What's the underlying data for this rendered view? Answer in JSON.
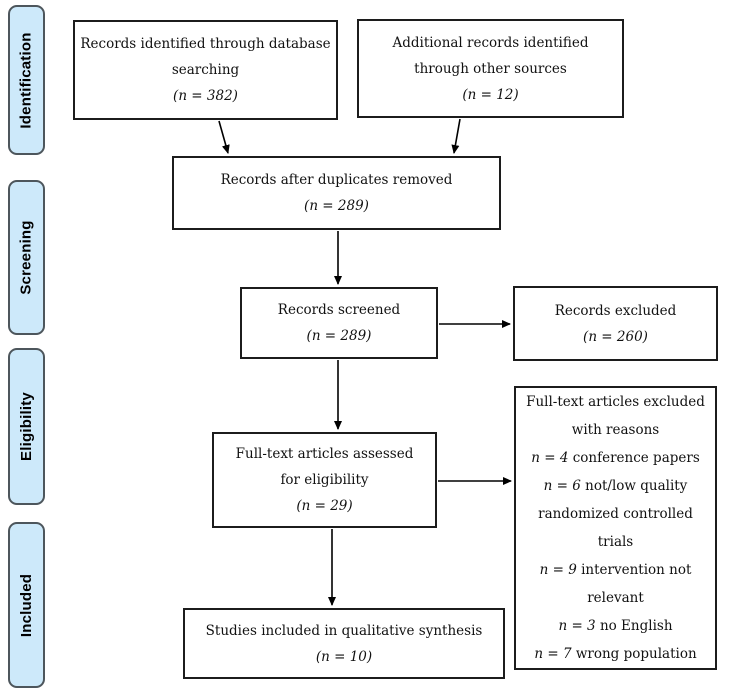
{
  "sidebar": {
    "items": [
      {
        "id": "identification",
        "label": "Identification"
      },
      {
        "id": "screening",
        "label": "Screening"
      },
      {
        "id": "eligibility",
        "label": "Eligibility"
      },
      {
        "id": "included",
        "label": "Included"
      }
    ]
  },
  "boxes": {
    "identified": {
      "lines": [
        "Records identified through database",
        "searching"
      ],
      "count": "(n = 382)"
    },
    "additional": {
      "lines": [
        "Additional records identified",
        "through other sources"
      ],
      "count": "(n = 12)"
    },
    "duplicates_removed": {
      "lines": [
        "Records after duplicates removed"
      ],
      "count": "(n = 289)"
    },
    "screened": {
      "lines": [
        "Records screened"
      ],
      "count": "(n = 289)"
    },
    "records_excluded": {
      "lines": [
        "Records excluded"
      ],
      "count": "(n = 260)"
    },
    "fulltext_assessed": {
      "lines": [
        "Full-text articles assessed",
        "for eligibility"
      ],
      "count": "(n = 29)"
    },
    "fulltext_excluded": {
      "lines": [
        {
          "em": "",
          "text": "Full-text articles excluded"
        },
        {
          "em": "",
          "text": "with reasons"
        },
        {
          "em": "n = 4",
          "text": " conference papers"
        },
        {
          "em": "n = 6",
          "text": " not/low quality"
        },
        {
          "em": "",
          "text": "randomized controlled"
        },
        {
          "em": "",
          "text": "trials"
        },
        {
          "em": "n = 9",
          "text": " intervention not"
        },
        {
          "em": "",
          "text": "relevant"
        },
        {
          "em": "n = 3",
          "text": " no English"
        },
        {
          "em": "n = 7",
          "text": " wrong population"
        }
      ]
    },
    "qualitative_synthesis": {
      "lines": [
        "Studies included in qualitative synthesis"
      ],
      "count": "(n = 10)"
    }
  },
  "colors": {
    "stage_fill": "#cde9fa",
    "stage_border": "#4d565c",
    "box_border": "#1c1c1c",
    "arrow": "#000000"
  }
}
